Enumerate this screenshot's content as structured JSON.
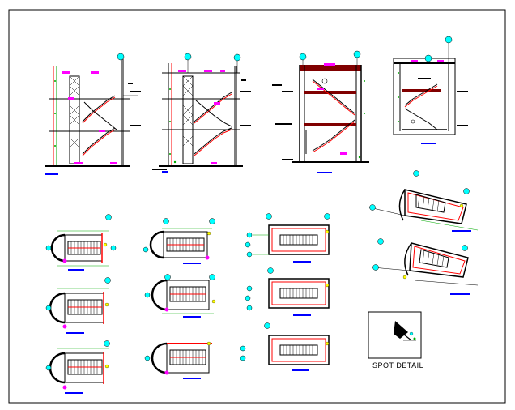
{
  "drawing": {
    "spot_detail_label": "SPOT DETAIL",
    "colors": {
      "line": "#000000",
      "red": "#ff0000",
      "magenta": "#ff00ff",
      "cyan": "#00ffff",
      "green": "#00aa00",
      "yellow": "#ffff00",
      "blue": "#0000ff",
      "maroon": "#800000"
    },
    "views": [
      {
        "kind": "section",
        "name": "stair-section-1"
      },
      {
        "kind": "section",
        "name": "stair-section-2"
      },
      {
        "kind": "section",
        "name": "stair-section-3"
      },
      {
        "kind": "section",
        "name": "stair-section-4"
      },
      {
        "kind": "plan",
        "name": "round-stair-plan-col1-row1"
      },
      {
        "kind": "plan",
        "name": "round-stair-plan-col1-row2"
      },
      {
        "kind": "plan",
        "name": "round-stair-plan-col1-row3"
      },
      {
        "kind": "plan",
        "name": "round-stair-plan-col2-row1"
      },
      {
        "kind": "plan",
        "name": "round-stair-plan-col2-row2"
      },
      {
        "kind": "plan",
        "name": "round-stair-plan-col2-row3"
      },
      {
        "kind": "plan",
        "name": "rect-stair-plan-row1"
      },
      {
        "kind": "plan",
        "name": "rect-stair-plan-row2"
      },
      {
        "kind": "plan",
        "name": "rect-stair-plan-row3"
      },
      {
        "kind": "plan",
        "name": "angled-stair-plan-1"
      },
      {
        "kind": "plan",
        "name": "angled-stair-plan-2"
      },
      {
        "kind": "detail",
        "name": "spot-detail"
      }
    ]
  }
}
